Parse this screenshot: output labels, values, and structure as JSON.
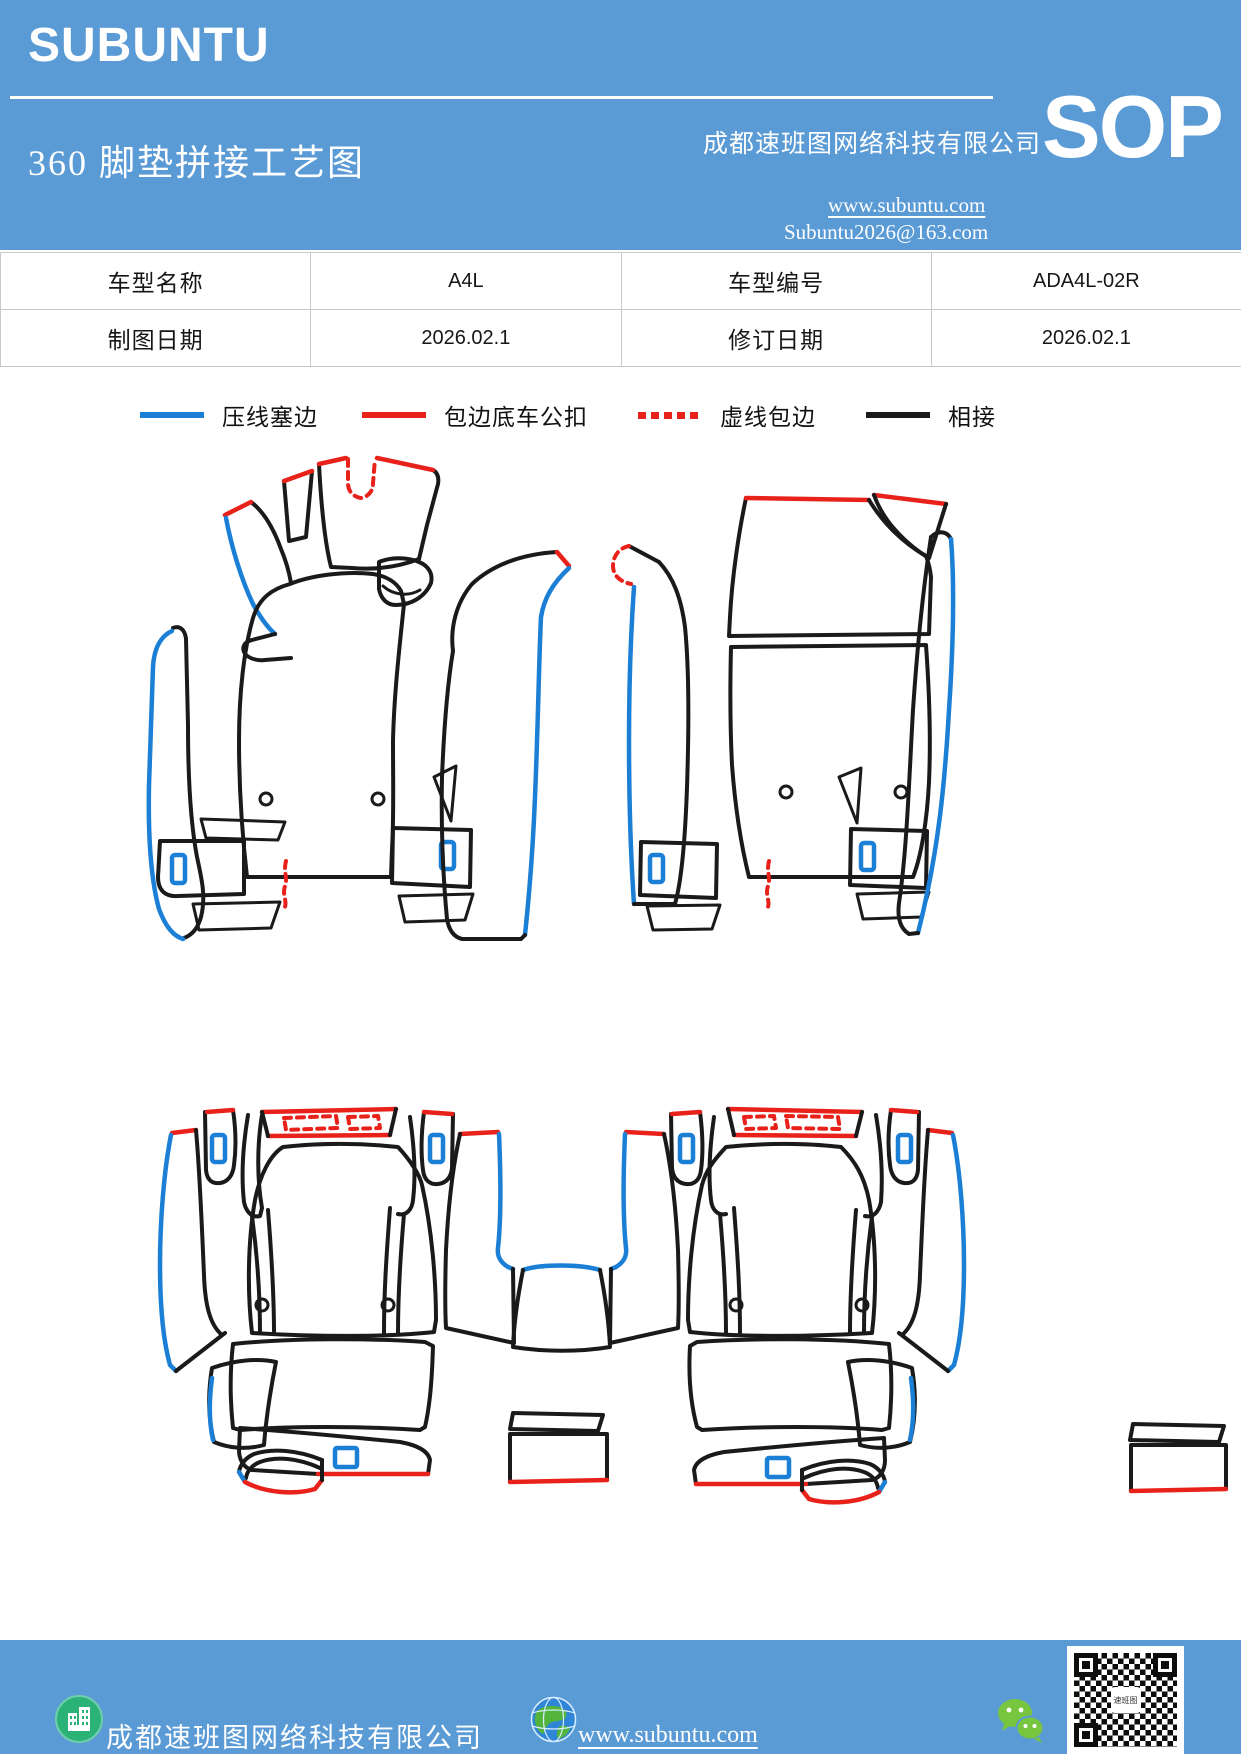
{
  "header": {
    "logo": "SUBUNTU",
    "company": "成都速班图网络科技有限公司",
    "sop_label": "SOP",
    "title": "360 脚垫拼接工艺图",
    "website": "www.subuntu.com",
    "email": "Subuntu2026@163.com"
  },
  "info_table": {
    "model_name_label": "车型名称",
    "model_name_value": "A4L",
    "model_code_label": "车型编号",
    "model_code_value": "ADA4L-02R",
    "draw_date_label": "制图日期",
    "draw_date_value": "2026.02.1",
    "revise_date_label": "修订日期",
    "revise_date_value": "2026.02.1"
  },
  "legend": {
    "items": [
      {
        "label": "压线塞边",
        "style": "solid",
        "color": "#1b7fd6"
      },
      {
        "label": "包边底车公扣",
        "style": "solid",
        "color": "#e8221a"
      },
      {
        "label": "虚线包边",
        "style": "dashed",
        "color": "#e8221a"
      },
      {
        "label": "相接",
        "style": "solid",
        "color": "#1a1a1a"
      }
    ]
  },
  "footer": {
    "company": "成都速班图网络科技有限公司",
    "website": "www.subuntu.com",
    "qr_logo_text": "速班图"
  },
  "colors": {
    "banner": "#5b9bd5",
    "blue": "#1b7fd6",
    "red": "#e8221a",
    "ink": "#1a1a1a",
    "wechat": "#78c63f",
    "emerald": "#2bb377"
  }
}
